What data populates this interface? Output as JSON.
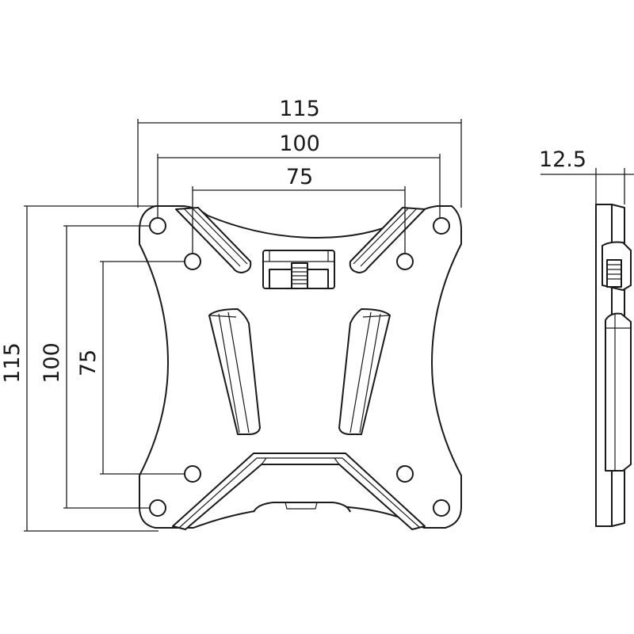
{
  "dimensions": {
    "width_outer": "115",
    "width_mid": "100",
    "width_inner": "75",
    "height_outer": "115",
    "height_mid": "100",
    "height_inner": "75",
    "depth": "12.5"
  },
  "colors": {
    "line": "#1a1a1a",
    "background": "#ffffff"
  }
}
